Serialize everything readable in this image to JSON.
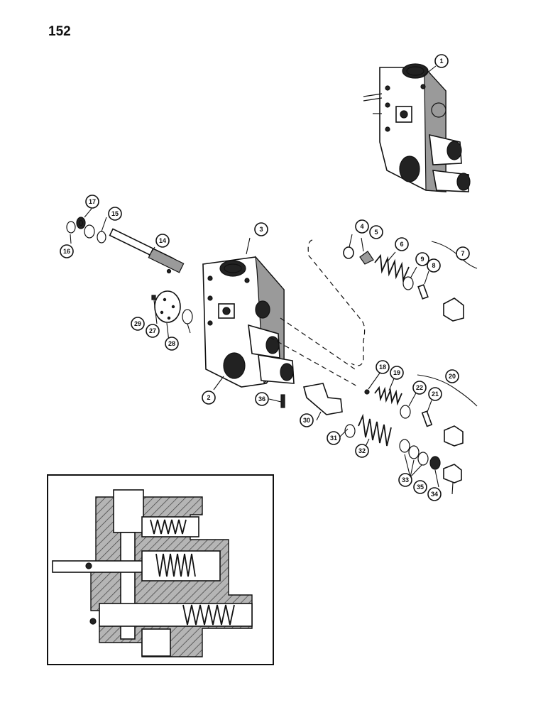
{
  "page": {
    "number": "152"
  },
  "callouts": {
    "c1": "1",
    "c2": "2",
    "c3": "3",
    "c4": "4",
    "c5": "5",
    "c6": "6",
    "c7": "7",
    "c8": "8",
    "c9": "9",
    "c14": "14",
    "c15": "15",
    "c16": "16",
    "c17": "17",
    "c18": "18",
    "c19": "19",
    "c20": "20",
    "c21": "21",
    "c22": "22",
    "c27": "27",
    "c28": "28",
    "c29": "29",
    "c30": "30",
    "c31": "31",
    "c32": "32",
    "c33": "33",
    "c34": "34",
    "c35": "35",
    "c36": "36"
  },
  "inset": {
    "content": "sectional-view-of-valve-assembly"
  }
}
